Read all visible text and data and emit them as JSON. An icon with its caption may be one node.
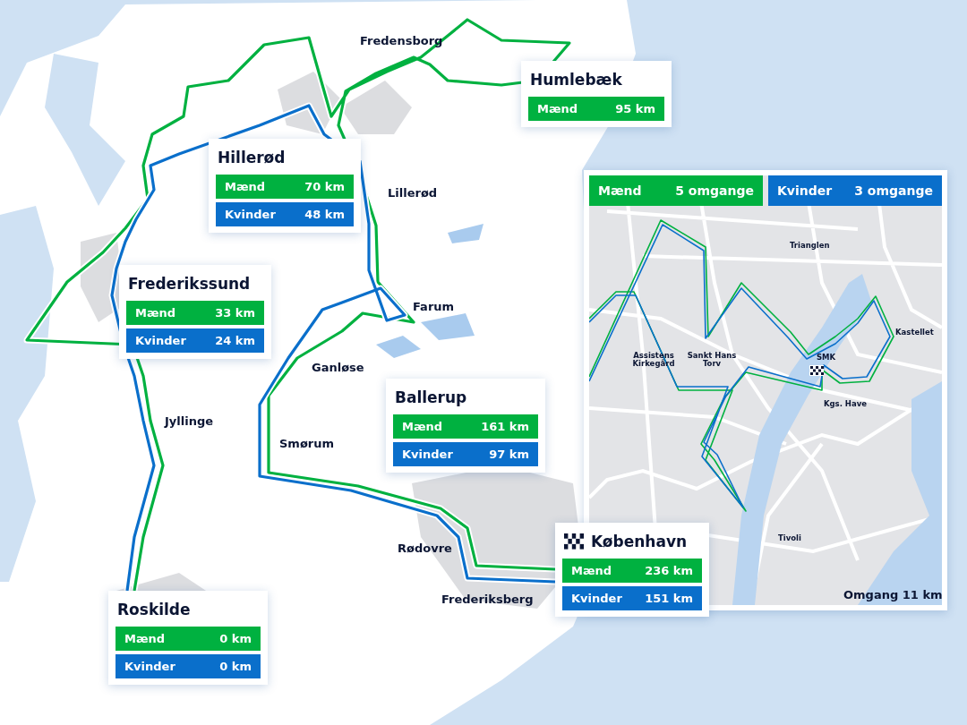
{
  "diagram": {
    "nodes": [
      {
        "text": [
          "Humlebæk"
        ]
      },
      {
        "text": [
          "Mænd",
          "95 km"
        ],
        "in": 0
      },
      {
        "text": [
          "Hillerød"
        ]
      },
      {
        "text": [
          "Mænd",
          "70 km"
        ],
        "in": 2
      },
      {
        "text": [
          "Kvinder",
          "48 km"
        ],
        "in": 2
      },
      {
        "text": [],
        "shape": "picture"
      },
      {
        "text": [
          "Mænd",
          "5 omgange"
        ],
        "in": 5
      },
      {
        "text": [
          "Kvinder",
          "3 omgange"
        ],
        "in": 5
      },
      {
        "text": [
          "Frederikssund"
        ]
      },
      {
        "text": [
          "Mænd",
          "33 km"
        ],
        "in": 8
      },
      {
        "text": [
          "Kvinder",
          "24 km"
        ],
        "in": 8
      },
      {
        "text": [
          "Ballerup"
        ]
      },
      {
        "text": [
          "Mænd",
          "161 km"
        ],
        "in": 11
      },
      {
        "text": [
          "Kvinder",
          "97 km"
        ],
        "in": 11
      },
      {
        "text": [
          "København"
        ]
      },
      {
        "text": [
          "Mænd",
          "236 km"
        ],
        "in": 14
      },
      {
        "text": [
          "Kvinder",
          "151 km"
        ],
        "in": 14
      },
      {
        "text": [
          "Roskilde"
        ]
      },
      {
        "text": [
          "Mænd",
          "0 km"
        ],
        "in": 17
      },
      {
        "text": [
          "Kvinder",
          "0 km"
        ],
        "in": 17
      }
    ],
    "labels": [
      "Fredensborg",
      "Lillerød",
      "Farum",
      "Ganløse",
      "Jyllinge",
      "Smørum",
      "Rødovre",
      "Frederiksberg",
      "Trianglen",
      "Kastellet",
      "Assistens Kirkegård",
      "Sankt Hans Torv",
      "SMK",
      "Kgs. Have",
      "Tivoli",
      "Omgang 11 km"
    ]
  }
}
